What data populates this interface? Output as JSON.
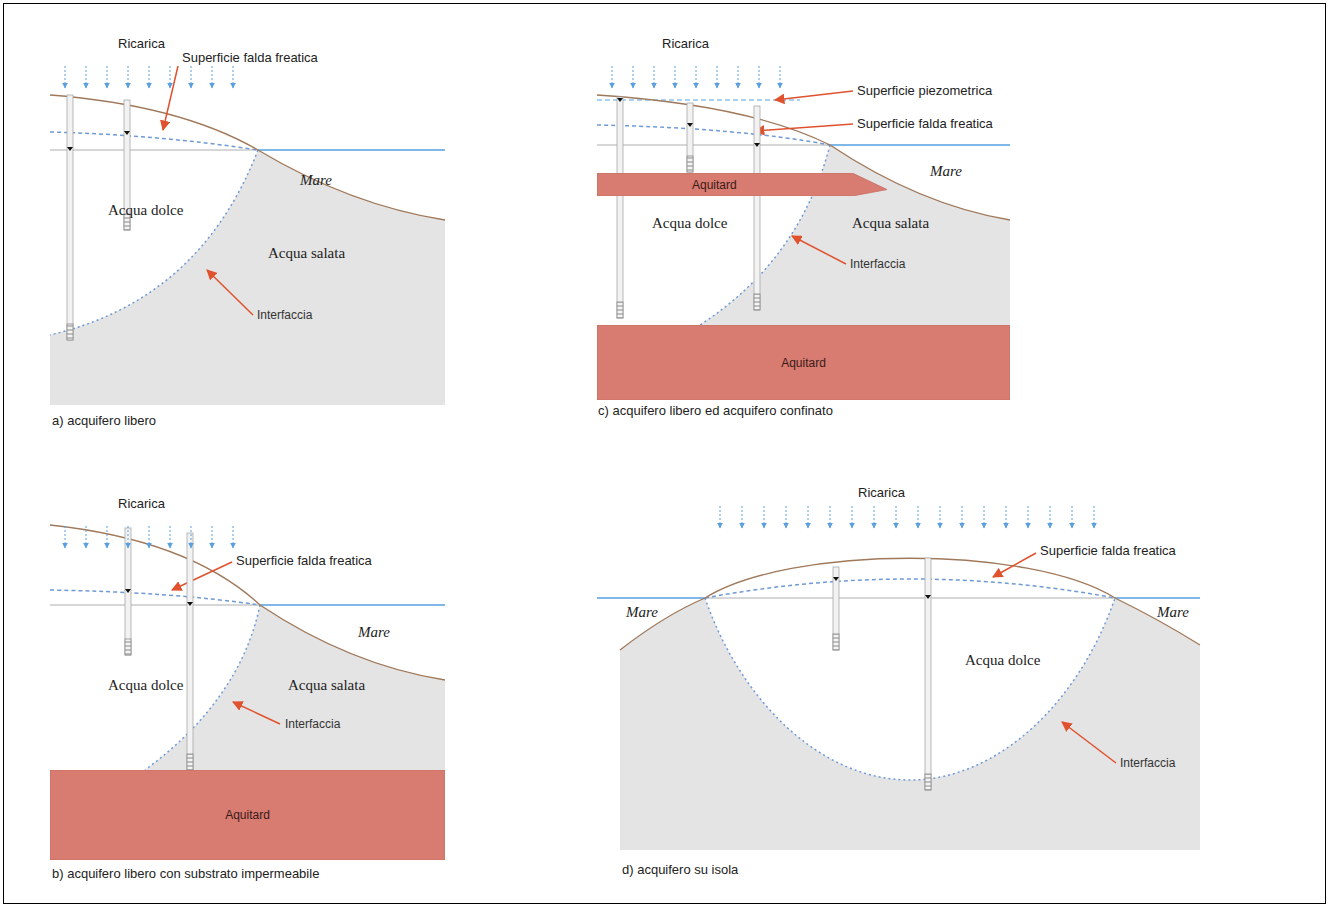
{
  "diagram": {
    "nodes": [
      {
        "text": [
          "Aquitard"
        ]
      },
      {
        "text": [
          "Aquitard"
        ]
      },
      {
        "text": [
          "Aquitard"
        ]
      }
    ],
    "labels": [
      "Ricarica",
      "Superficie falda freatica",
      "Mare",
      "Acqua dolce",
      "Acqua salata",
      "Interfaccia",
      "a) acquifero libero",
      "Ricarica",
      "Superficie piezometrica",
      "Superficie falda freatica",
      "Mare",
      "Acqua dolce",
      "Acqua salata",
      "Interfaccia",
      "c) acquifero libero ed acquifero confinato",
      "Ricarica",
      "Superficie falda freatica",
      "Mare",
      "Acqua dolce",
      "Acqua salata",
      "Interfaccia",
      "b) acquifero libero con substrato impermeabile",
      "Ricarica",
      "Superficie falda freatica",
      "Mare",
      "Mare",
      "Acqua dolce",
      "Interfaccia",
      "d) acquifero su isola"
    ]
  }
}
